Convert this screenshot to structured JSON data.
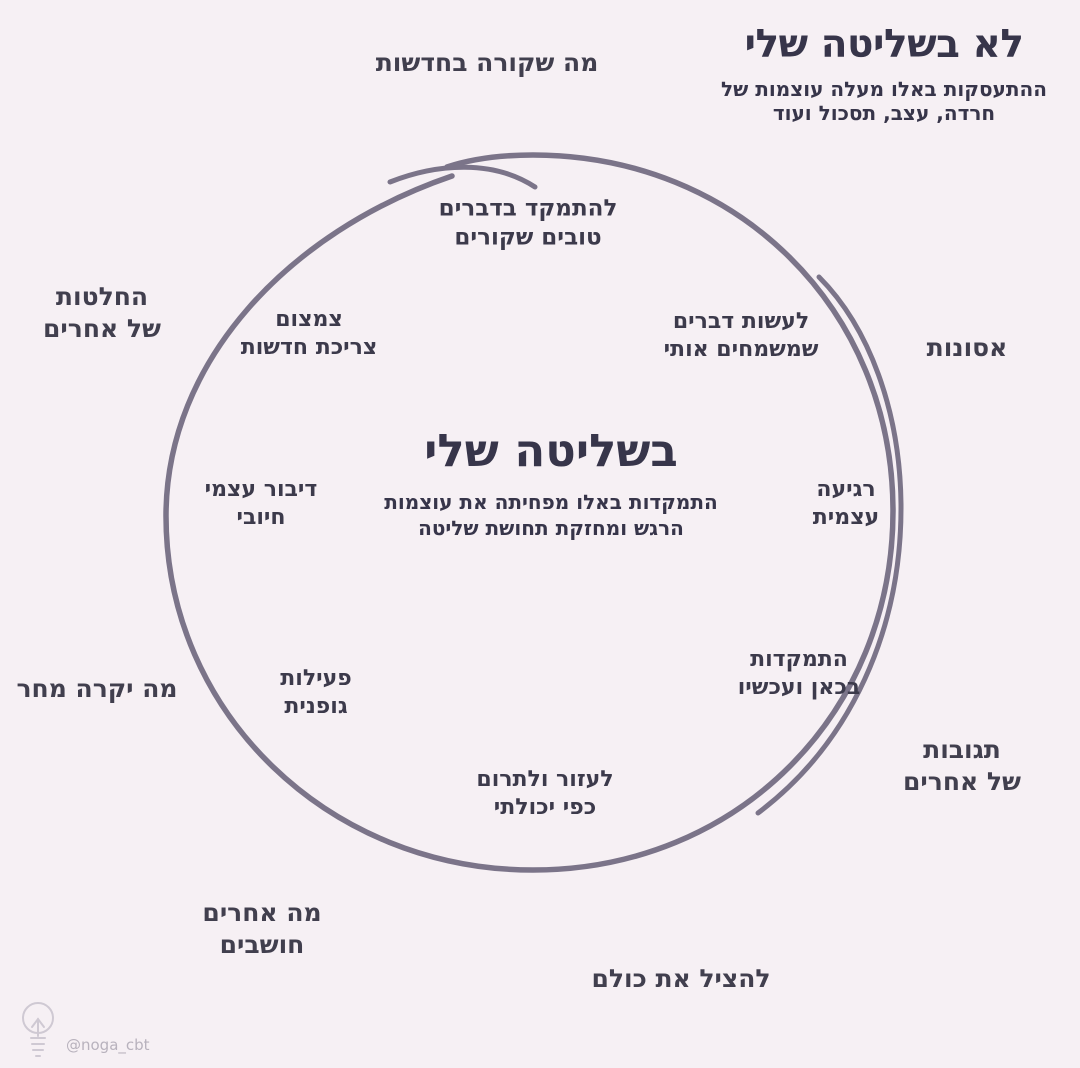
{
  "palette": {
    "background": "#f6f0f4",
    "circle_stroke": "#7b7489",
    "ink": "#37354a",
    "watermark": "#b8b2bd"
  },
  "header": {
    "title": "לא בשליטה שלי",
    "subtitle": "ההתעסקות באלו מעלה עוצמות של\nחרדה, עצב, תסכול ועוד"
  },
  "outside_labels": {
    "news": "מה שקורה בחדשות",
    "others_decisions": "החלטות\nשל אחרים",
    "disasters": "אסונות",
    "tomorrow": "מה יקרה מחר",
    "others_reactions": "תגובות\nשל  אחרים",
    "others_thoughts": "מה אחרים\nחושבים",
    "save_everyone": "להציל את כולם"
  },
  "inside": {
    "title": "בשליטה שלי",
    "subtitle": "התמקדות באלו מפחיתה את עוצמות\nהרגש ומחזקת תחושת שליטה",
    "labels": {
      "focus_good": "להתמקד בדברים\nטובים שקורים",
      "reduce_news": "צמצום\nצריכת חדשות",
      "joyful_things": "לעשות דברים\nשמשמחים אותי",
      "positive_self_talk": "דיבור עצמי\nחיובי",
      "self_soothing": "רגיעה\nעצמית",
      "here_and_now": "התמקדות\nבכאן ועכשיו",
      "physical_activity": "פעילות\nגופנית",
      "help_contribute": "לעזור ולתרום\nכפי יכולתי"
    }
  },
  "watermark": {
    "handle": "@noga_cbt"
  }
}
